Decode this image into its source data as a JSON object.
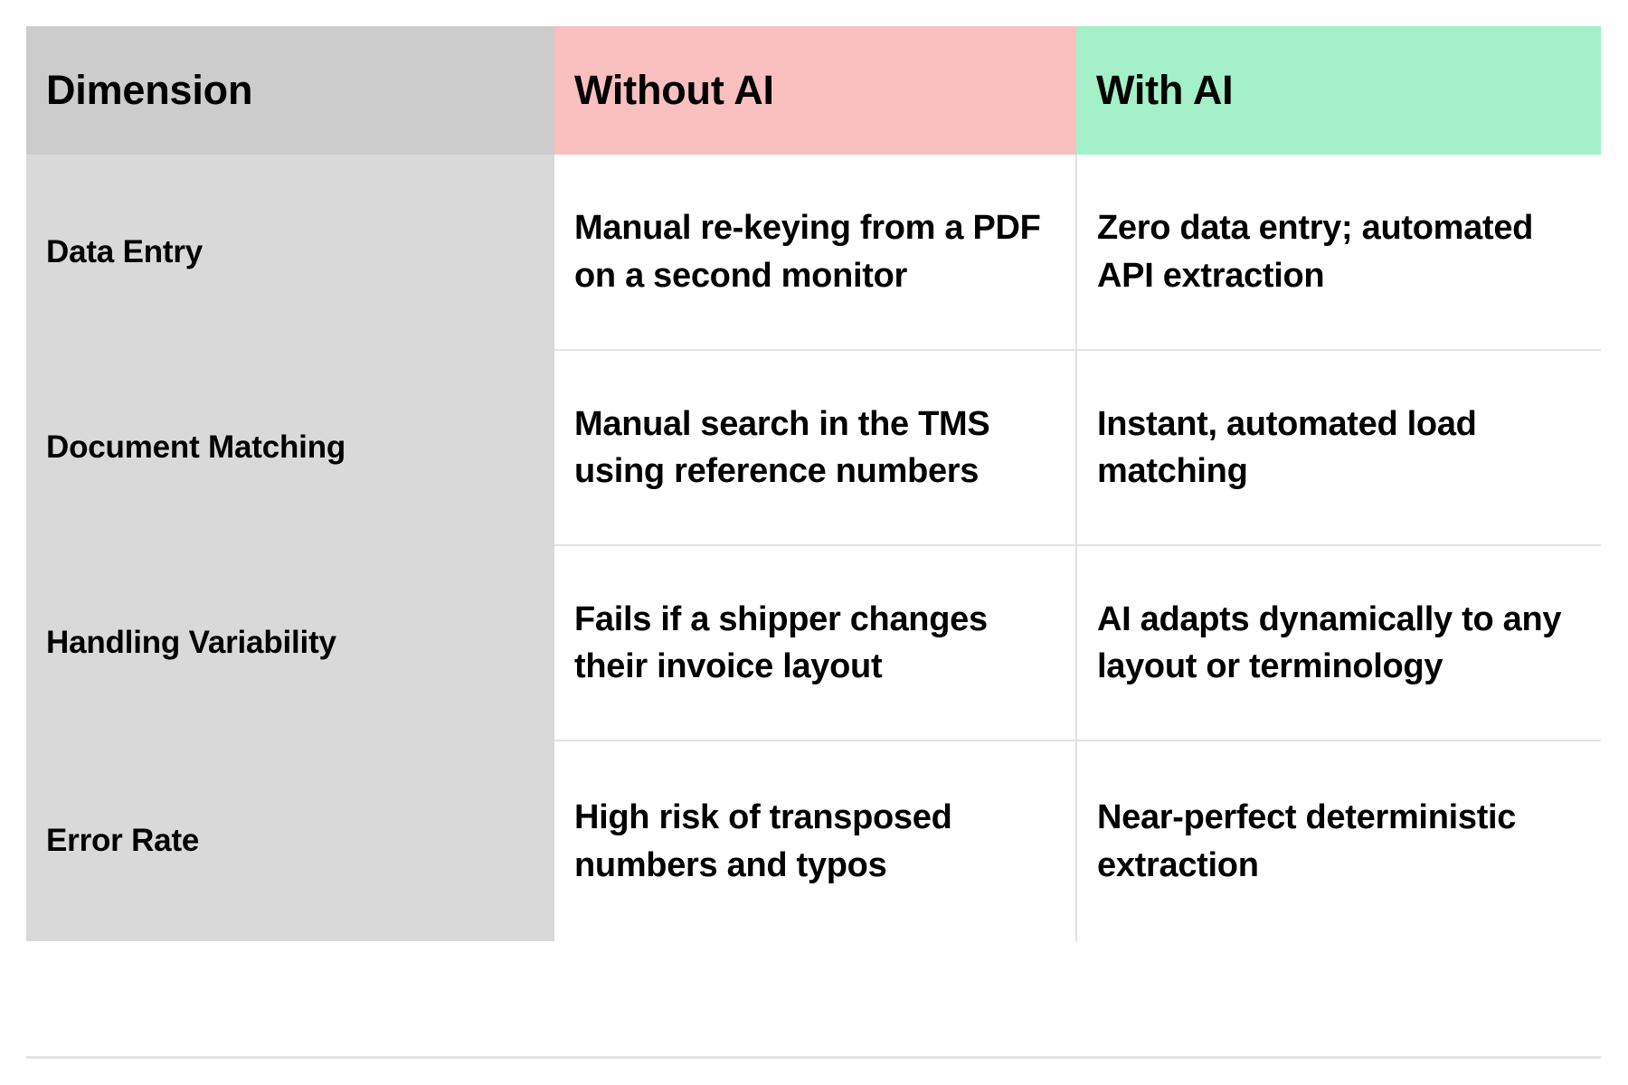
{
  "table": {
    "columns": [
      {
        "key": "dimension",
        "label": "Dimension",
        "header_bg": "#cccccc",
        "body_bg": "#d9d9d9"
      },
      {
        "key": "without_ai",
        "label": "Without AI",
        "header_bg": "#fabfbf",
        "body_bg": "#ffffff"
      },
      {
        "key": "with_ai",
        "label": "With AI",
        "header_bg": "#a3f0c9",
        "body_bg": "#ffffff"
      }
    ],
    "rows": [
      {
        "dimension": "Data Entry",
        "without_ai": "Manual re-keying from a PDF on a second monitor",
        "with_ai": "Zero data entry; automated API extraction"
      },
      {
        "dimension": "Document Matching",
        "without_ai": "Manual search in the TMS using reference numbers",
        "with_ai": "Instant, automated load matching"
      },
      {
        "dimension": "Handling Variability",
        "without_ai": "Fails if a shipper changes their invoice layout",
        "with_ai": "AI adapts dynamically to any layout or terminology"
      },
      {
        "dimension": "Error Rate",
        "without_ai": "High risk of transposed numbers and typos",
        "with_ai": "Near-perfect deterministic extraction"
      }
    ]
  },
  "style": {
    "page_bg": "#ffffff",
    "border_color": "#e3e3e3",
    "text_color": "#000000"
  }
}
